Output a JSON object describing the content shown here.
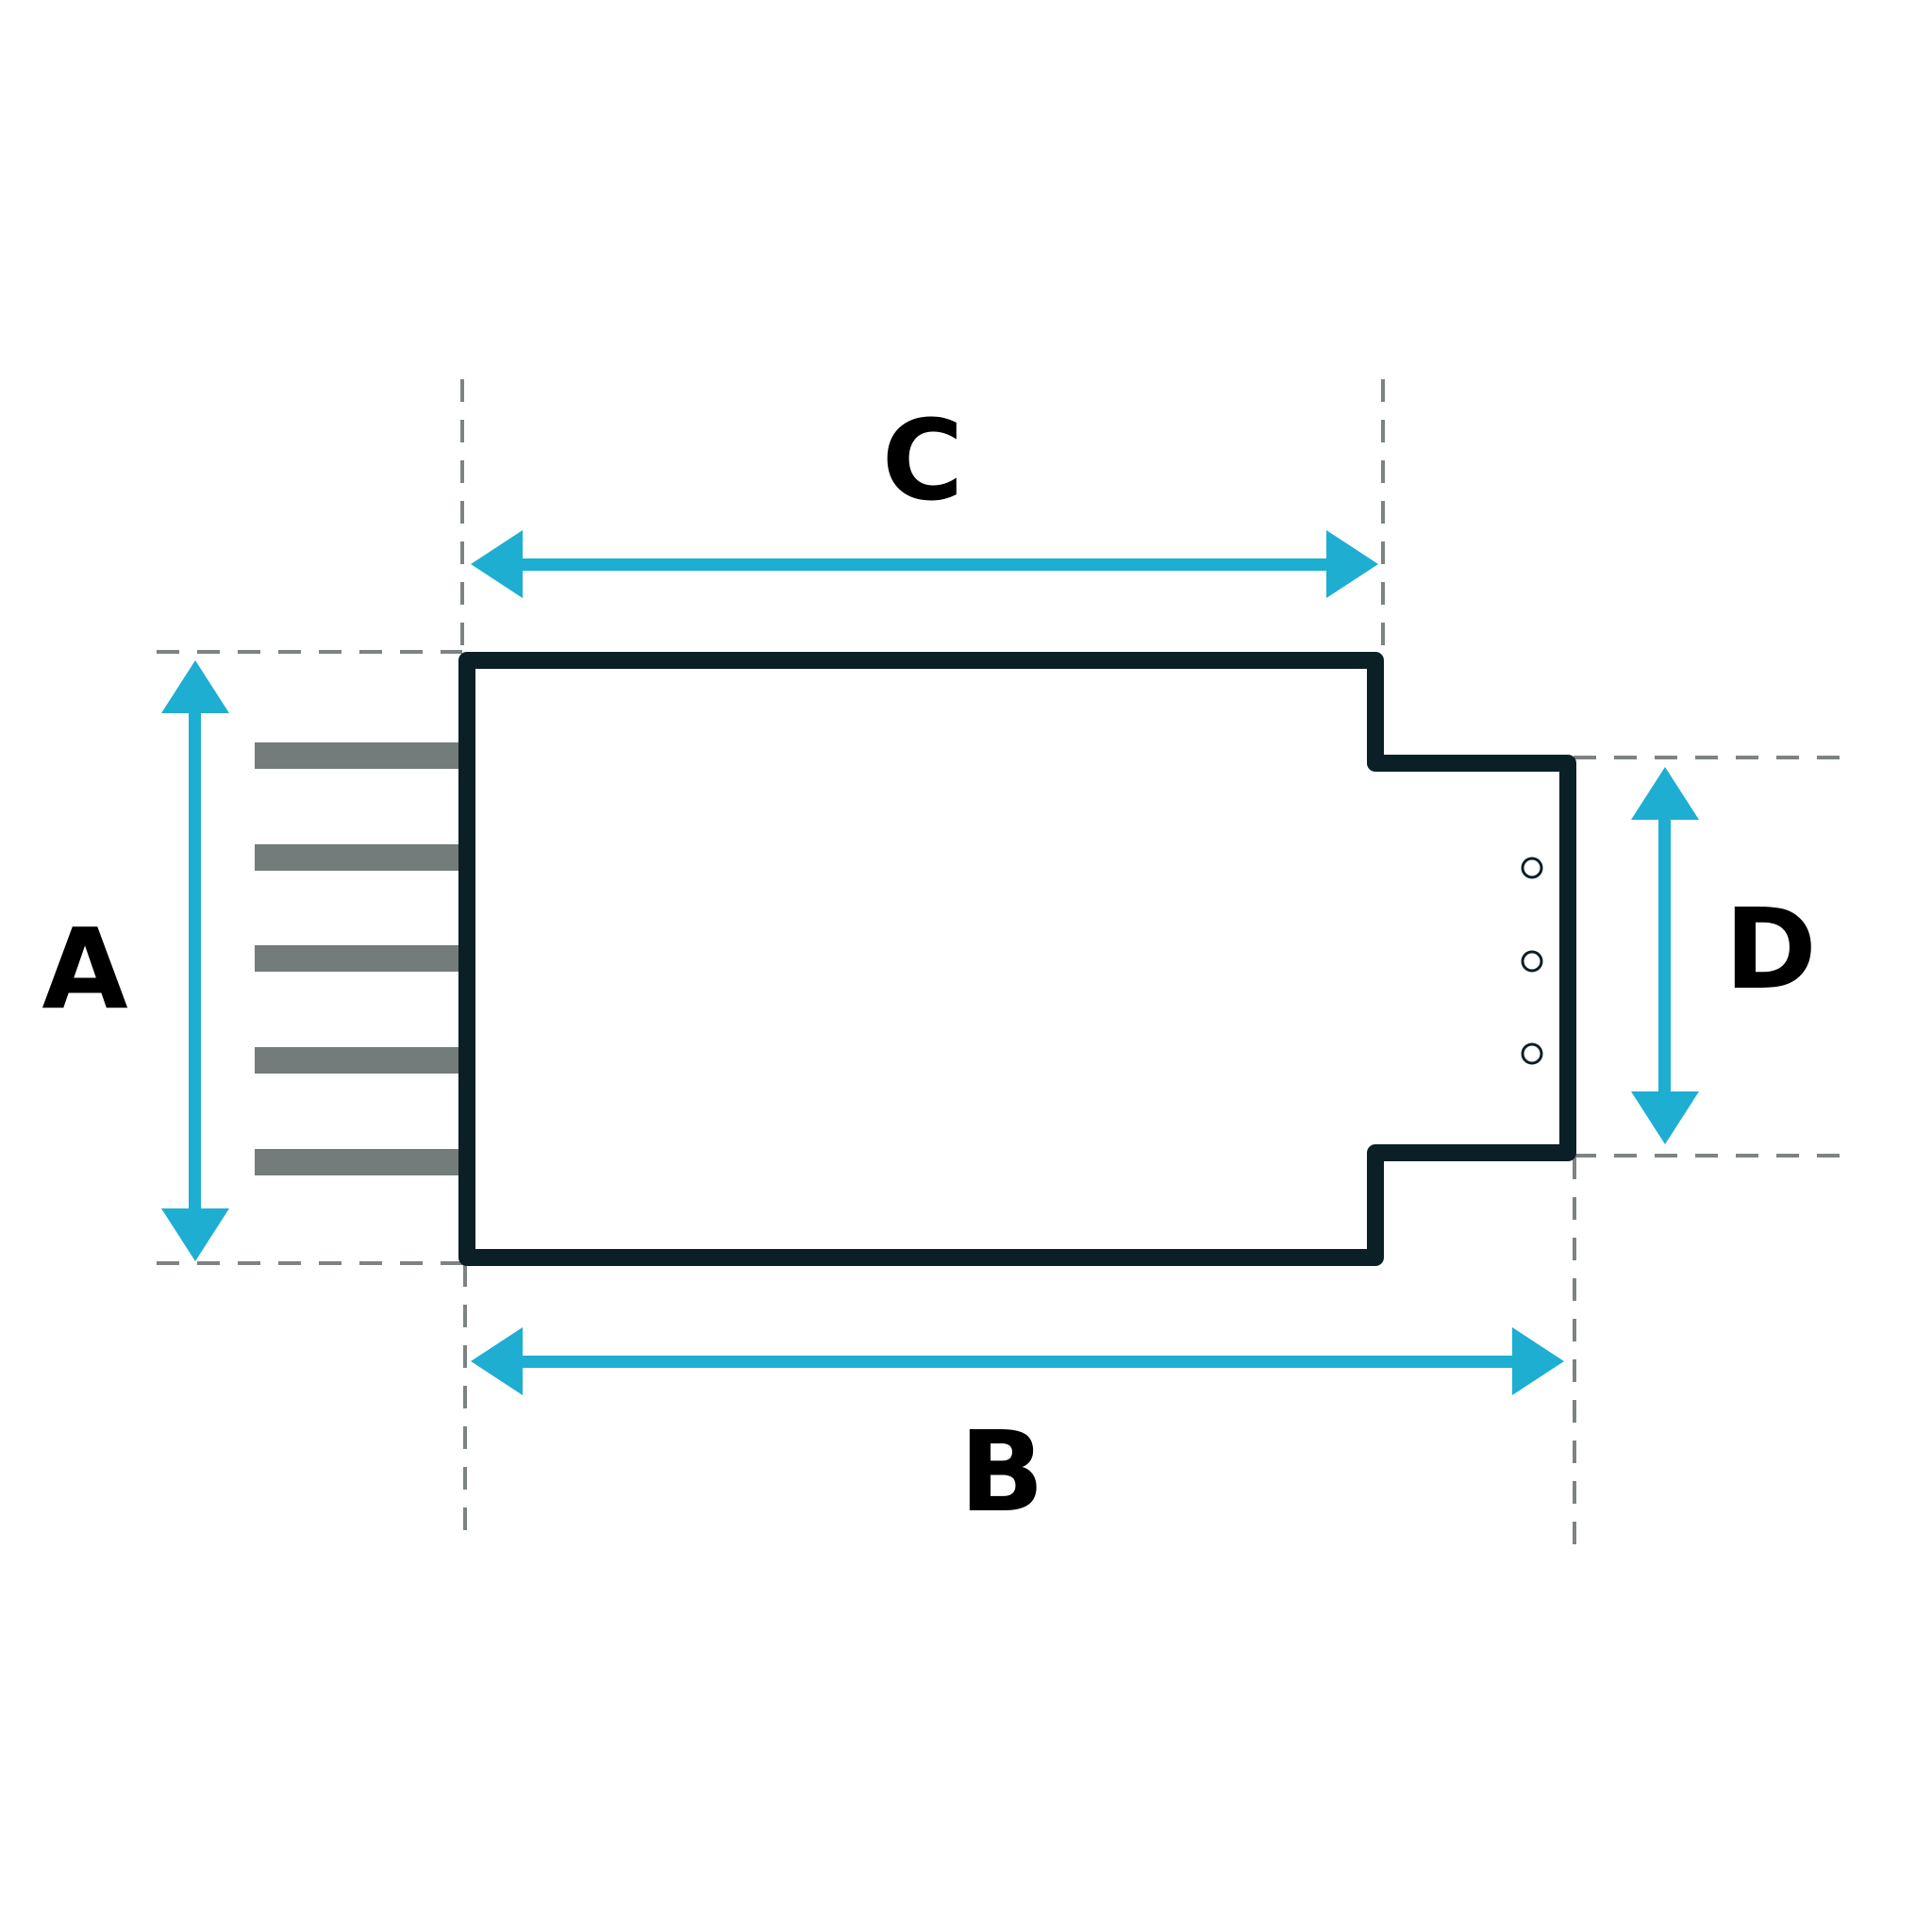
{
  "labels": {
    "a": "A",
    "b": "B",
    "c": "C",
    "d": "D"
  },
  "colors": {
    "arrow": "#1eaed1",
    "outline": "#0b1f26",
    "pins": "#737b7b",
    "guide": "#7d8383",
    "background": "#ffffff"
  },
  "features": {
    "pin_count": 5,
    "hole_count": 3
  }
}
